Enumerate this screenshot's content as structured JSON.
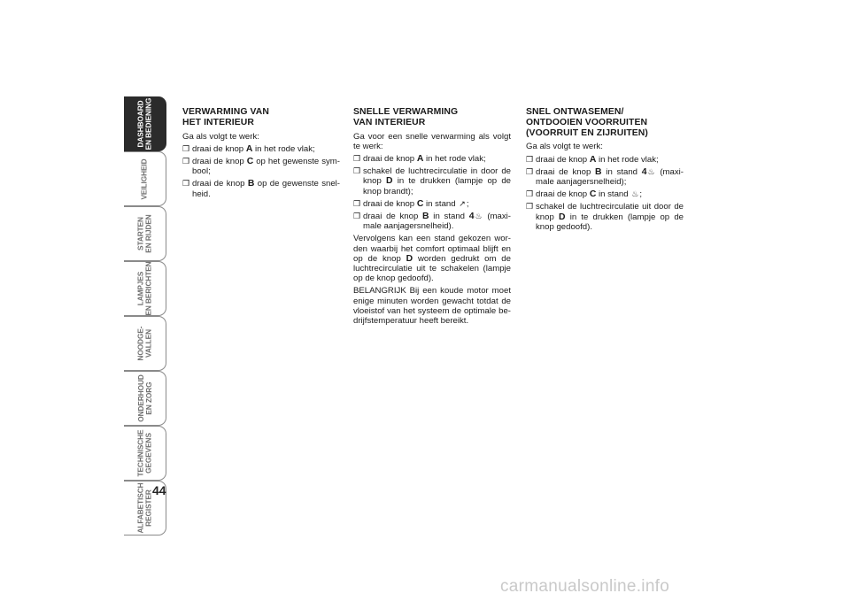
{
  "tabs": [
    {
      "line1": "DASHBOARD",
      "line2": "EN BEDIENING",
      "active": true
    },
    {
      "line1": "VEILIGHEID",
      "line2": "",
      "active": false
    },
    {
      "line1": "STARTEN",
      "line2": "EN RIJDEN",
      "active": false
    },
    {
      "line1": "LAMPJES",
      "line2": "EN BERICHTEN",
      "active": false
    },
    {
      "line1": "NOODGE-",
      "line2": "VALLEN",
      "active": false
    },
    {
      "line1": "ONDERHOUD",
      "line2": "EN ZORG",
      "active": false
    },
    {
      "line1": "TECHNISCHE",
      "line2": "GEGEVENS",
      "active": false
    },
    {
      "line1": "ALFABETISCH",
      "line2": "REGISTER",
      "active": false
    }
  ],
  "page_number": "44",
  "columns": {
    "col1": {
      "heading1": "VERWARMING VAN",
      "heading2": "HET INTERIEUR",
      "intro": "Ga als volgt te werk:",
      "i1a": "draai de knop ",
      "i1b": "A",
      "i1c": " in het rode vlak;",
      "i2a": "draai de knop ",
      "i2b": "C",
      "i2c": " op het gewenste sym-bool;",
      "i3a": "draai de knop ",
      "i3b": "B",
      "i3c": " op de gewenste snel-heid."
    },
    "col2": {
      "heading1": "SNELLE VERWARMING",
      "heading2": "VAN INTERIEUR",
      "intro": "Ga voor een snelle verwarming als volgt te werk:",
      "i1a": "draai de knop ",
      "i1b": "A",
      "i1c": " in het rode vlak;",
      "i2a": "schakel de luchtrecirculatie in door de knop ",
      "i2b": "D",
      "i2c": " in te drukken (lampje op de knop brandt);",
      "i3a": "draai de knop ",
      "i3b": "C",
      "i3c": " in stand ",
      "i3sym": "↗",
      "i3d": ";",
      "i4a": "draai de knop ",
      "i4b": "B",
      "i4c": " in stand ",
      "i4num": "4",
      "i4sym": "♨",
      "i4d": " (maxi-male aanjagersnelheid).",
      "para1a": "Vervolgens kan een stand gekozen wor-den waarbij het comfort optimaal blijft en op de knop ",
      "para1b": "D",
      "para1c": " worden gedrukt om de luchtrecirculatie uit te schakelen (lampje op de knop gedoofd).",
      "para2": "BELANGRIJK Bij een koude motor moet enige minuten worden gewacht totdat de vloeistof van het systeem de optimale be-drijfstemperatuur heeft bereikt."
    },
    "col3": {
      "heading1": "SNEL ONTWASEMEN/",
      "heading2": "ONTDOOIEN VOORRUITEN",
      "heading3": "(VOORRUIT EN ZIJRUITEN)",
      "intro": "Ga als volgt te werk:",
      "i1a": "draai de knop ",
      "i1b": "A",
      "i1c": " in het rode vlak;",
      "i2a": "draai de knop ",
      "i2b": "B",
      "i2c": " in stand ",
      "i2num": "4",
      "i2sym": "♨",
      "i2d": " (maxi-male aanjagersnelheid);",
      "i3a": "draai de knop ",
      "i3b": "C",
      "i3c": " in stand ",
      "i3sym": "♨",
      "i3d": ";",
      "i4a": "schakel de luchtrecirculatie uit door de knop ",
      "i4b": "D",
      "i4c": " in te drukken (lampje op de knop gedoofd)."
    }
  },
  "watermark": "carmanualsonline.info"
}
